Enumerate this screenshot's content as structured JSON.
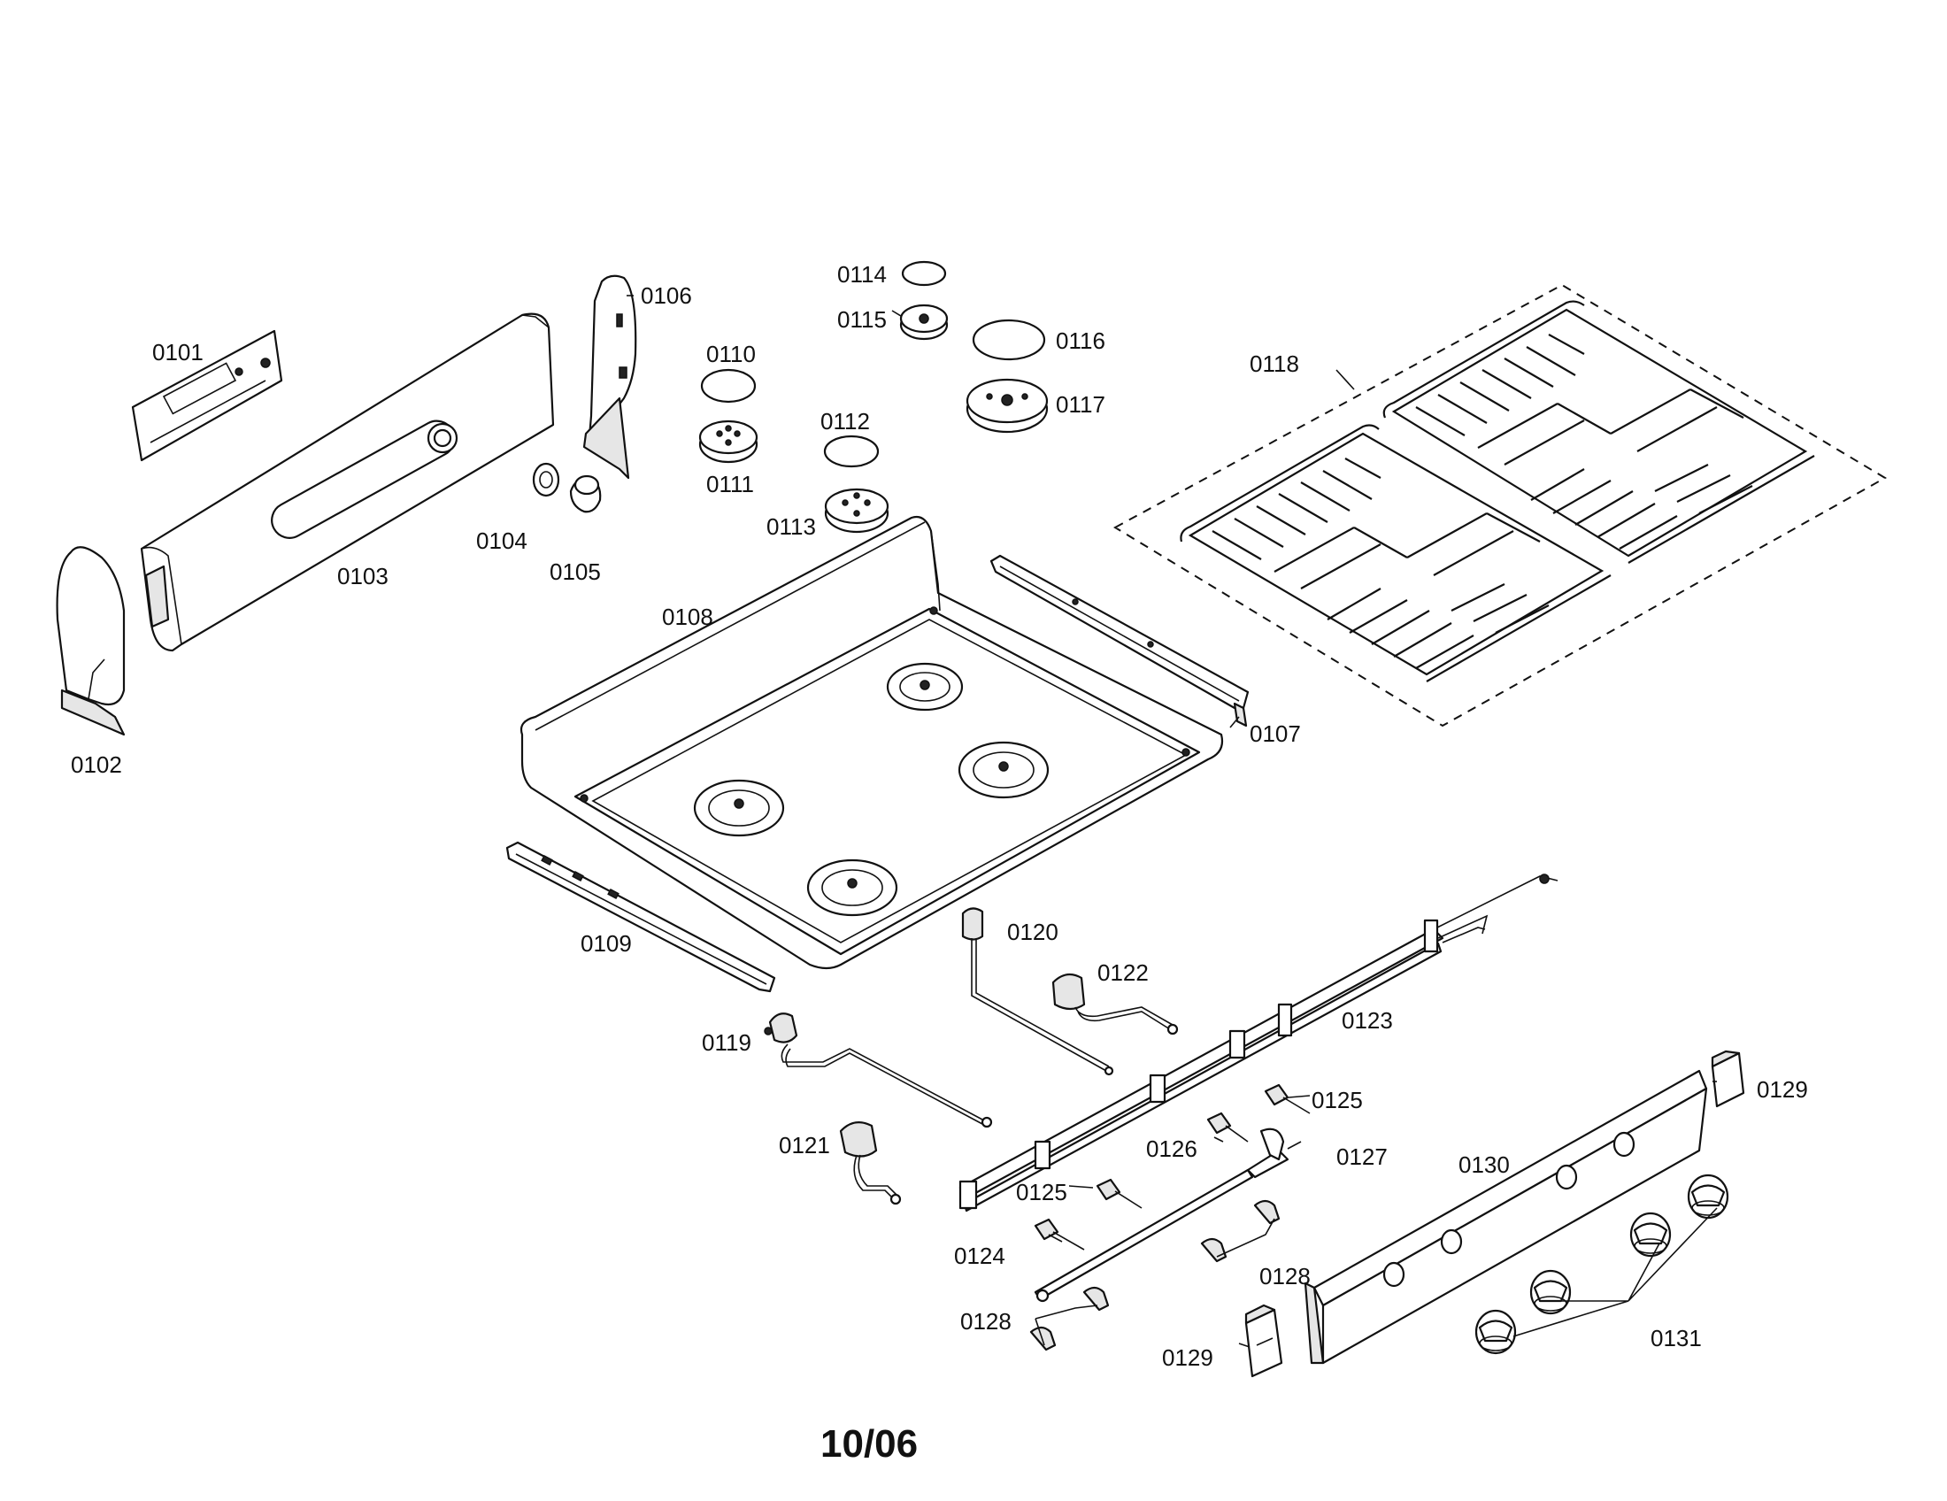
{
  "diagram": {
    "date_code": "10/06",
    "callouts": {
      "c0101": "0101",
      "c0102": "0102",
      "c0103": "0103",
      "c0104": "0104",
      "c0105": "0105",
      "c0106": "0106",
      "c0107": "0107",
      "c0108": "0108",
      "c0109": "0109",
      "c0110": "0110",
      "c0111": "0111",
      "c0112": "0112",
      "c0113": "0113",
      "c0114": "0114",
      "c0115": "0115",
      "c0116": "0116",
      "c0117": "0117",
      "c0118": "0118",
      "c0119": "0119",
      "c0120": "0120",
      "c0121": "0121",
      "c0122": "0122",
      "c0123": "0123",
      "c0124": "0124",
      "c0125a": "0125",
      "c0125b": "0125",
      "c0126": "0126",
      "c0127": "0127",
      "c0128a": "0128",
      "c0128b": "0128",
      "c0129a": "0129",
      "c0129b": "0129",
      "c0130": "0130",
      "c0131": "0131"
    }
  }
}
